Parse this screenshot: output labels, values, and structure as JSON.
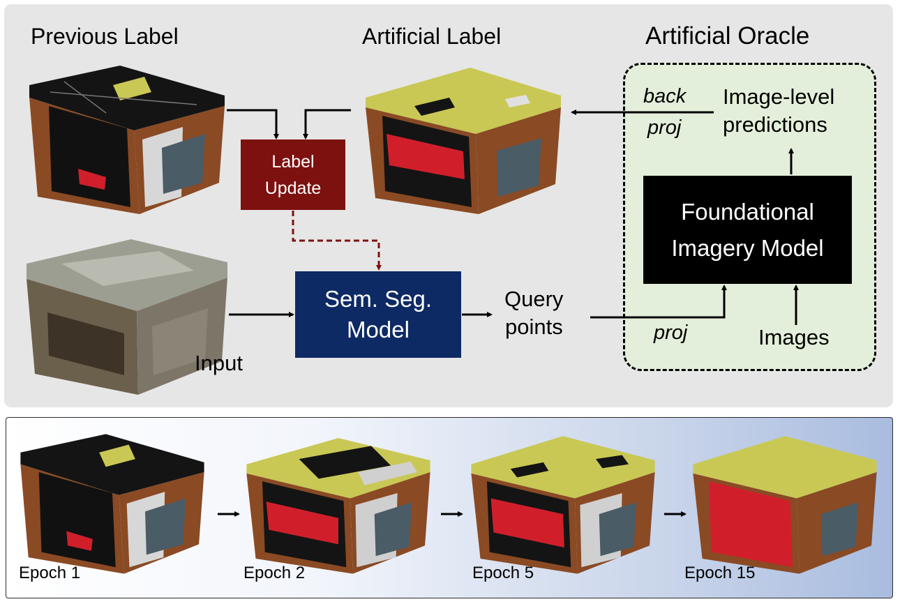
{
  "titles": {
    "previous_label": "Previous Label",
    "artificial_label": "Artificial Label",
    "artificial_oracle": "Artificial Oracle"
  },
  "boxes": {
    "label_update": [
      "Label",
      "Update"
    ],
    "sem_seg_model": [
      "Sem. Seg.",
      "Model"
    ],
    "foundational_model": [
      "Foundational",
      "Imagery Model"
    ]
  },
  "labels": {
    "input": "Input",
    "query_points": [
      "Query",
      "points"
    ],
    "back_proj": [
      "back",
      "proj"
    ],
    "proj": "proj",
    "image_level_predictions": [
      "Image-level",
      "predictions"
    ],
    "images": "Images"
  },
  "epochs": [
    "Epoch 1",
    "Epoch 2",
    "Epoch 5",
    "Epoch 15"
  ],
  "colors": {
    "label_update": "#7d1110",
    "sem_seg": "#0e2a64",
    "oracle_bg": "#e3efda",
    "top_panel": "#e6e6e6",
    "semantic_yellow": "#c9c855",
    "semantic_red": "#d01f2b",
    "semantic_brown": "#8a4a24",
    "semantic_black": "#141414",
    "semantic_gray": "#cfcfcf"
  }
}
